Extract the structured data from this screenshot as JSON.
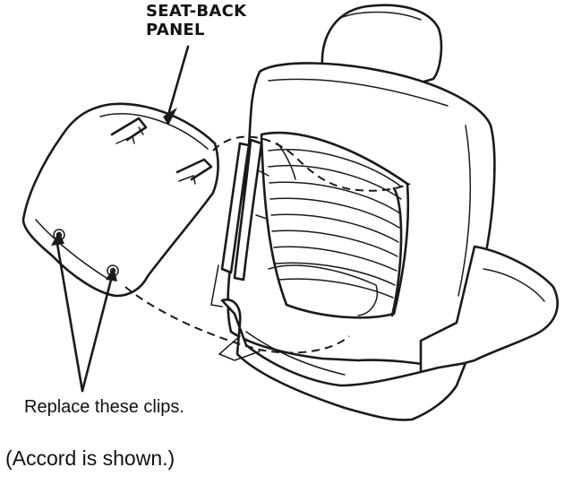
{
  "labels": {
    "panel_line1": "SEAT-BACK",
    "panel_line2": "PANEL",
    "clips": "Replace these clips.",
    "note": "(Accord is shown.)"
  },
  "colors": {
    "ink": "#111111",
    "background": "#ffffff"
  }
}
